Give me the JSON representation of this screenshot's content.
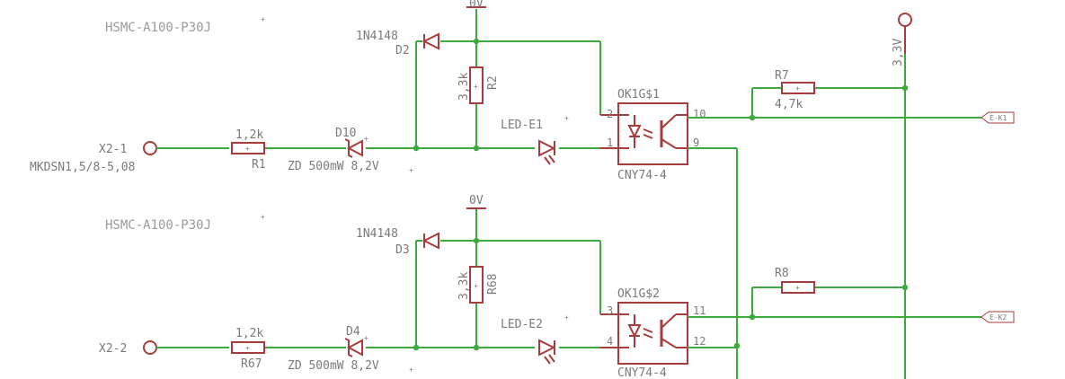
{
  "channels": [
    {
      "header": "HSMC-A100-P30J",
      "diode_name": "1N4148",
      "diode_ref": "D2",
      "gnd": "0V",
      "pulldown_val": "3,3k",
      "pulldown_ref": "R2",
      "input_name": "X2-1",
      "connector": "MKDSN1,5/8-5,08",
      "series_val": "1,2k",
      "series_ref": "R1",
      "zener_ref": "D10",
      "zener_val": "ZD 500mW 8,2V",
      "led": "LED-E1",
      "opto_ref": "OK1G$1",
      "opto_type": "CNY74-4",
      "pin_a": "2",
      "pin_k": "1",
      "pin_c": "10",
      "pin_e": "9",
      "pullup_ref": "R7",
      "pullup_val": "4,7k",
      "output": "E-K1"
    },
    {
      "header": "HSMC-A100-P30J",
      "diode_name": "1N4148",
      "diode_ref": "D3",
      "gnd": "0V",
      "pulldown_val": "3,3k",
      "pulldown_ref": "R68",
      "input_name": "X2-2",
      "series_val": "1,2k",
      "series_ref": "R67",
      "zener_ref": "D4",
      "zener_val": "ZD 500mW 8,2V",
      "led": "LED-E2",
      "opto_ref": "OK1G$2",
      "opto_type": "CNY74-4",
      "pin_a": "3",
      "pin_k": "4",
      "pin_c": "11",
      "pin_e": "12",
      "pullup_ref": "R8",
      "output": "E-K2"
    }
  ],
  "supply": "3,3V",
  "colors": {
    "wire": "#3cab3c",
    "part": "#a83b3b",
    "text": "#7a7a7a"
  }
}
